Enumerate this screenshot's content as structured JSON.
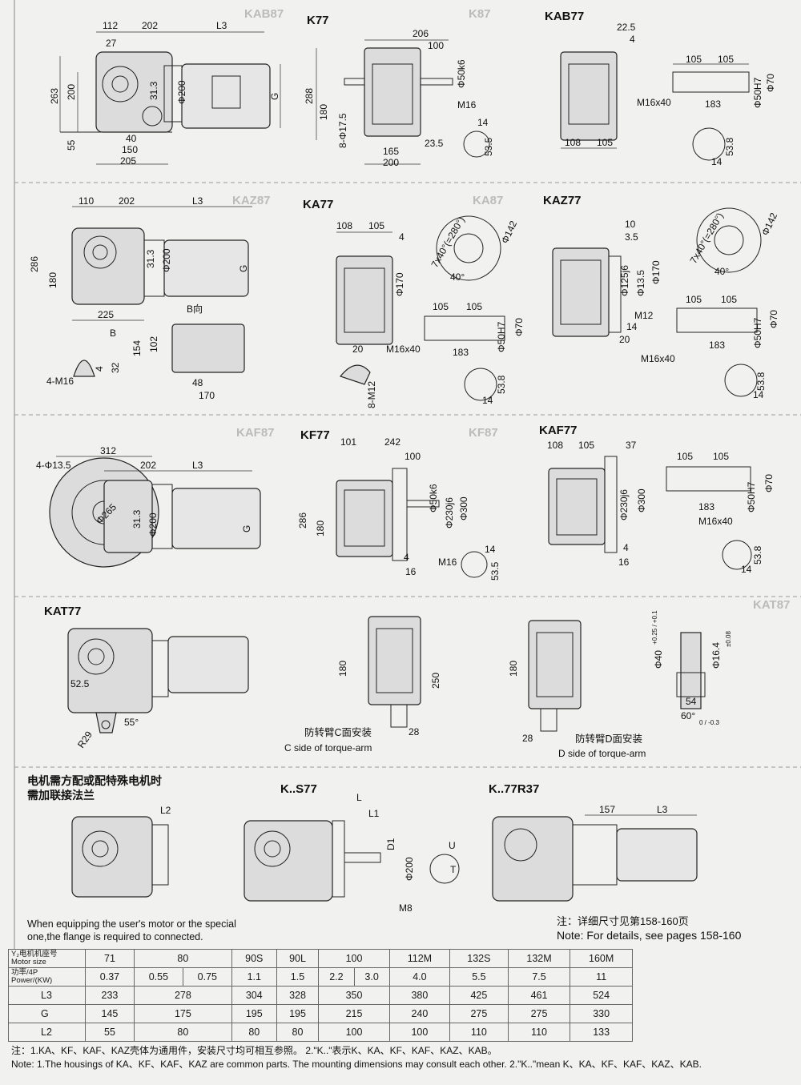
{
  "sections": {
    "k77": {
      "title": "K77",
      "dims": [
        "112",
        "202",
        "L3",
        "27",
        "263",
        "200",
        "31.3",
        "Φ200",
        "G",
        "55",
        "40",
        "150",
        "205"
      ],
      "side_dims": [
        "206",
        "100",
        "Φ50k6",
        "288",
        "180",
        "8-Φ17.5",
        "M16",
        "14",
        "53.5",
        "23.5",
        "165",
        "200"
      ]
    },
    "kab77": {
      "title": "KAB77",
      "dims": [
        "22.5",
        "4",
        "105",
        "105",
        "M16x40",
        "183",
        "Φ50H7",
        "Φ70",
        "108",
        "105",
        "53.8",
        "14"
      ]
    },
    "ka77": {
      "title": "KA77",
      "dims": [
        "110",
        "202",
        "L3",
        "286",
        "180",
        "31.3",
        "Φ200",
        "G",
        "225",
        "B向",
        "B",
        "154",
        "102",
        "48",
        "170",
        "4-M16",
        "4",
        "32"
      ],
      "side_dims": [
        "108",
        "105",
        "4",
        "7x40°(=280°)",
        "Φ142",
        "Φ170",
        "40°",
        "105",
        "105",
        "M16x40",
        "183",
        "Φ50H7",
        "Φ70",
        "20",
        "8-M12",
        "53.8",
        "14"
      ]
    },
    "kaz77": {
      "title": "KAZ77",
      "dims": [
        "10",
        "3.5",
        "Φ125j6",
        "Φ13.5",
        "Φ170",
        "7x40°(=280°)",
        "Φ142",
        "40°",
        "M12",
        "105",
        "105",
        "14",
        "20",
        "183",
        "Φ50H7",
        "Φ70",
        "M16x40",
        "53.8",
        "14"
      ]
    },
    "kf77": {
      "title": "KF77",
      "dims": [
        "312",
        "4-Φ13.5",
        "202",
        "L3",
        "Φ265",
        "31.3",
        "Φ200",
        "G"
      ],
      "side_dims": [
        "101",
        "242",
        "100",
        "Φ50k6",
        "Φ230j6",
        "Φ300",
        "286",
        "180",
        "M16",
        "14",
        "53.5",
        "4",
        "16"
      ]
    },
    "kaf77": {
      "title": "KAF77",
      "dims": [
        "108",
        "105",
        "37",
        "Φ230j6",
        "Φ300",
        "105",
        "105",
        "183",
        "M16x40",
        "Φ50H7",
        "Φ70",
        "4",
        "16",
        "53.8",
        "14"
      ]
    },
    "kat77": {
      "title": "KAT77",
      "dims": [
        "52.5",
        "55°",
        "R29",
        "180",
        "250",
        "28",
        "180",
        "28",
        "Φ40",
        "Φ16.4",
        "54",
        "60°"
      ],
      "captions": {
        "c_cn": "防转臂C面安装",
        "c_en": "C side of torque-arm",
        "d_cn": "防转臂D面安装",
        "d_en": "D side of torque-arm"
      },
      "tol": {
        "phi40": "+0.25 / +0.1",
        "phi16": "±0.08",
        "deg60": "0 / -0.3"
      }
    },
    "flange": {
      "cn_line1": "电机需方配或配特殊电机时",
      "cn_line2": "需加联接法兰",
      "dims": [
        "L2"
      ]
    },
    "ks77": {
      "title": "K..S77",
      "dims": [
        "L",
        "L1",
        "D1",
        "Φ200",
        "M8",
        "U",
        "T"
      ]
    },
    "kr37": {
      "title": "K..77R37",
      "dims": [
        "157",
        "L3"
      ]
    }
  },
  "ghost_labels": [
    "KAB87",
    "K87",
    "KAZ87",
    "KA87",
    "KAF87",
    "KF87",
    "KAT87"
  ],
  "equip_note": {
    "line1": "When equipping the user's motor or the special",
    "line2": "one,the flange is required to connected."
  },
  "details_note": {
    "cn": "注：详细尺寸见第158-160页",
    "en": "Note: For details, see pages 158-160"
  },
  "table": {
    "header_cn": "Y₂电机机座号",
    "header_en": "Motor size",
    "power_cn": "功率/4P",
    "power_en": "Power/(KW)",
    "sizes": [
      "71",
      "80",
      "90S",
      "90L",
      "100",
      "112M",
      "132S",
      "132M",
      "160M"
    ],
    "power": [
      "0.37",
      "0.55",
      "0.75",
      "1.1",
      "1.5",
      "2.2",
      "3.0",
      "4.0",
      "5.5",
      "7.5",
      "11"
    ],
    "rows": [
      {
        "label": "L3",
        "values": [
          "233",
          "278",
          "304",
          "328",
          "350",
          "380",
          "425",
          "461",
          "524"
        ]
      },
      {
        "label": "G",
        "values": [
          "145",
          "175",
          "195",
          "195",
          "215",
          "240",
          "275",
          "275",
          "330"
        ]
      },
      {
        "label": "L2",
        "values": [
          "55",
          "80",
          "80",
          "80",
          "100",
          "100",
          "110",
          "110",
          "133"
        ]
      }
    ]
  },
  "footer": {
    "cn": "注：1.KA、KF、KAF、KAZ壳体为通用件，安装尺寸均可相互参照。  2.\"K..\"表示K、KA、KF、KAF、KAZ、KAB。",
    "en": "Note:  1.The housings of KA、KF、KAF、KAZ are common parts. The mounting dimensions may consult each other.      2.\"K..\"mean K、KA、KF、KAF、KAZ、KAB."
  }
}
